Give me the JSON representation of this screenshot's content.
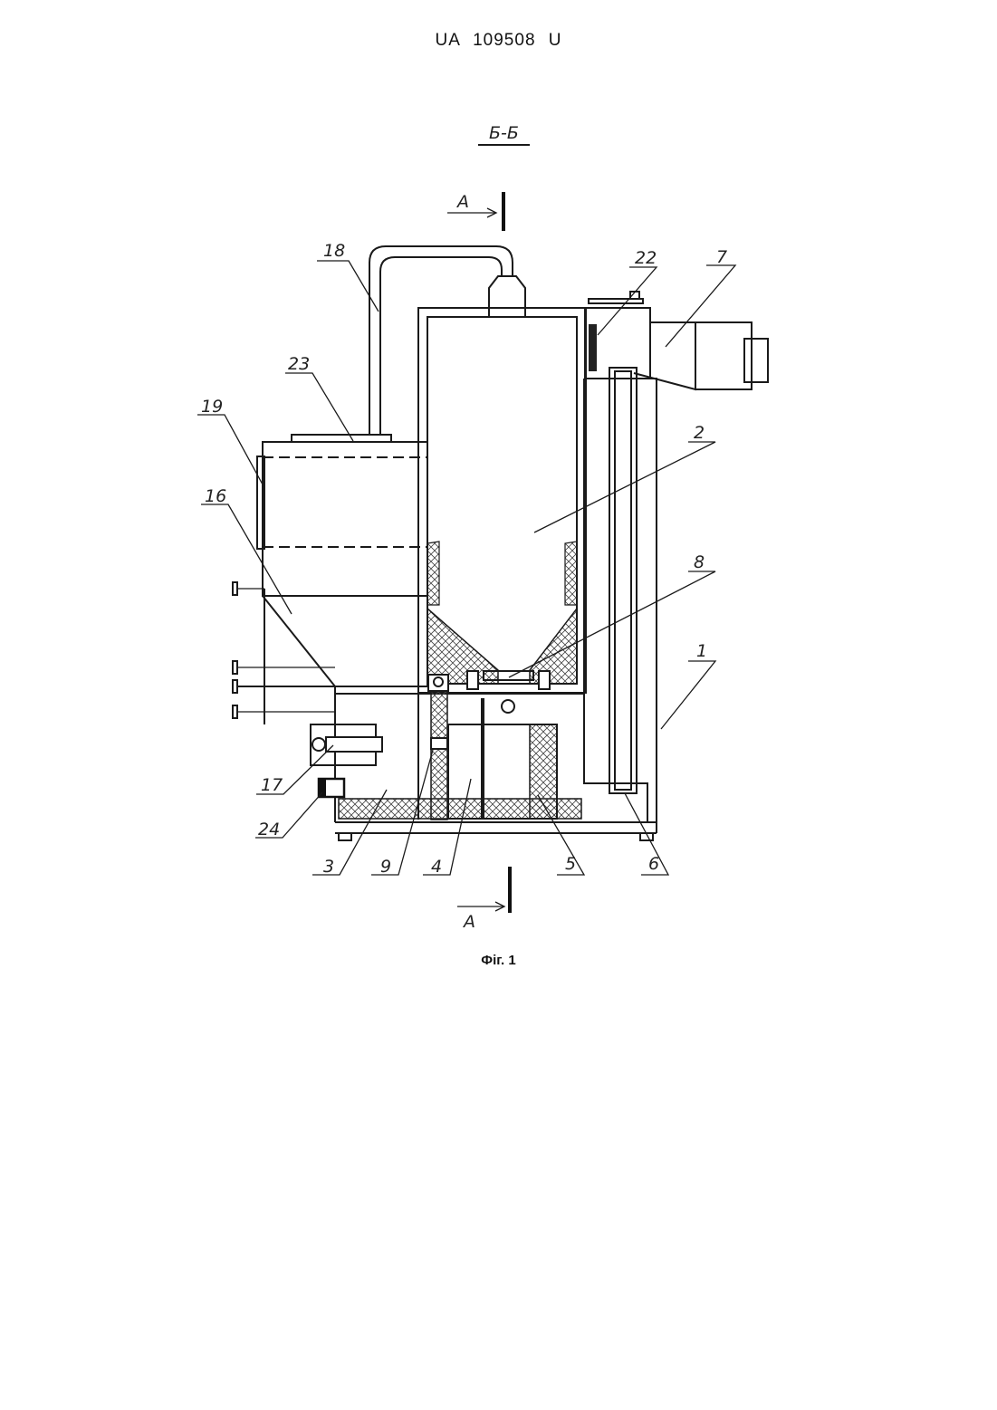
{
  "header": {
    "doc_number": "UA   109508   U"
  },
  "drawing": {
    "section_label": "Б-Б",
    "section_marks": {
      "top": "A",
      "bottom": "A"
    },
    "callouts": [
      "18",
      "22",
      "7",
      "23",
      "19",
      "2",
      "16",
      "8",
      "1",
      "17",
      "24",
      "3",
      "9",
      "4",
      "5",
      "6"
    ]
  },
  "caption": "Фіг. 1",
  "colors": {
    "line": "#1a1a1a",
    "background": "#ffffff"
  }
}
